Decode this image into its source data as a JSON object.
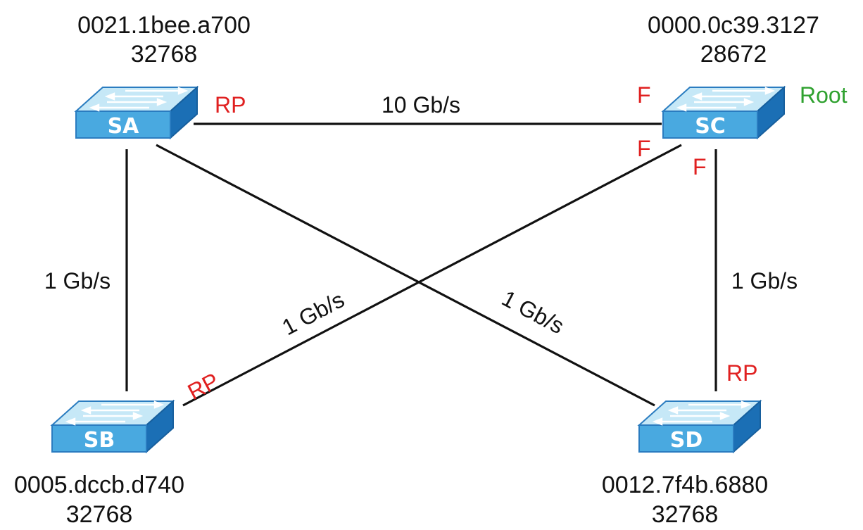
{
  "switches": {
    "SA": {
      "name": "SA",
      "mac": "0021.1bee.a700",
      "priority": "32768",
      "role": "RP"
    },
    "SB": {
      "name": "SB",
      "mac": "0005.dccb.d740",
      "priority": "32768",
      "role": "RP"
    },
    "SC": {
      "name": "SC",
      "mac": "0000.0c39.3127",
      "priority": "28672",
      "tag": "Root"
    },
    "SD": {
      "name": "SD",
      "mac": "0012.7f4b.6880",
      "priority": "32768",
      "role": "RP"
    }
  },
  "links": {
    "sa_sc": {
      "speed": "10 Gb/s",
      "sc_port": "F"
    },
    "sa_sb": {
      "speed": "1 Gb/s"
    },
    "sc_sd": {
      "speed": "1 Gb/s",
      "sc_port": "F"
    },
    "sc_sb": {
      "speed": "1 Gb/s",
      "sc_port": "F"
    },
    "sa_sd": {
      "speed": "1 Gb/s"
    }
  },
  "colors": {
    "switch_top": "#c6e8f7",
    "switch_front": "#49a9e0",
    "switch_side": "#1b6fb5",
    "port_label": "#e02020",
    "root_label": "#2fa12f"
  },
  "icons": [
    "network-switch-icon"
  ]
}
